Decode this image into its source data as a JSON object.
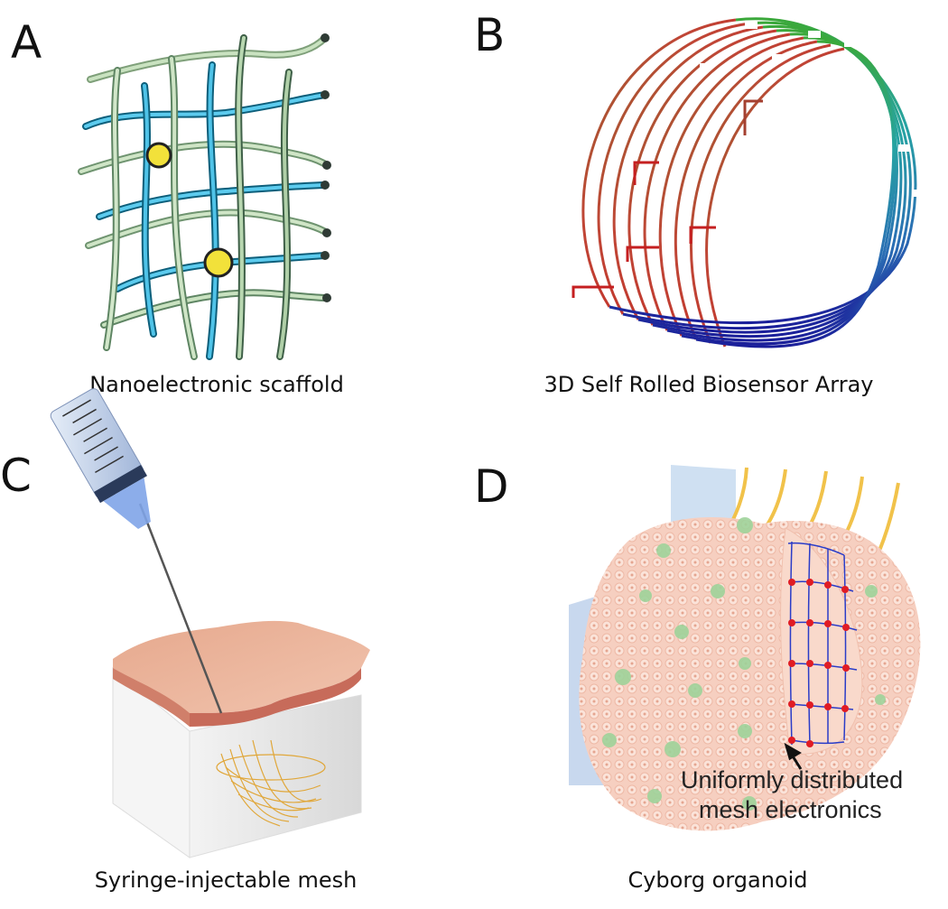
{
  "panels": {
    "a": {
      "letter": "A",
      "caption": "Nanoelectronic scaffold"
    },
    "b": {
      "letter": "B",
      "caption": "3D Self Rolled Biosensor Array"
    },
    "c": {
      "letter": "C",
      "caption": "Syringe-injectable mesh"
    },
    "d": {
      "letter": "D",
      "caption": "Cyborg organoid",
      "annotation_line1": "Uniformly distributed",
      "annotation_line2": "mesh electronics"
    }
  },
  "colors": {
    "fiber_green": "#a9c9a0",
    "fiber_blue": "#3bb4d8",
    "node_yellow": "#f2e13a",
    "skin": "#e9b195",
    "mesh_orange": "#e0a73a",
    "organoid": "#f6cfc0",
    "cell_green": "#9fd39a",
    "mesh_blue": "#2a3cc8",
    "mesh_red": "#e01c24"
  }
}
